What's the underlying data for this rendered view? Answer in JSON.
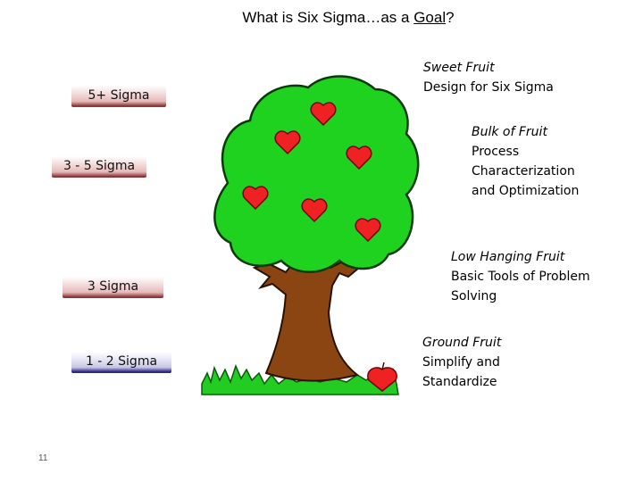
{
  "title": {
    "prefix": "What is Six Sigma…as a ",
    "emphasis": "Goal",
    "suffix": "?"
  },
  "sigma_levels": [
    {
      "label": "5+ Sigma"
    },
    {
      "label": "3 - 5 Sigma"
    },
    {
      "label": "3 Sigma"
    },
    {
      "label": "1 - 2 Sigma"
    }
  ],
  "fruit_levels": [
    {
      "heading": "Sweet Fruit",
      "lines": [
        "Design for Six Sigma"
      ]
    },
    {
      "heading": "Bulk of Fruit",
      "lines": [
        "Process",
        "Characterization",
        "and Optimization"
      ]
    },
    {
      "heading": "Low Hanging Fruit",
      "lines": [
        "Basic Tools of Problem",
        "Solving"
      ]
    },
    {
      "heading": "Ground Fruit",
      "lines": [
        "Simplify and",
        "Standardize"
      ]
    }
  ],
  "page_number": "11",
  "colors": {
    "foliage": "#1fd21f",
    "foliage_outline": "#0a3a0a",
    "trunk": "#8b4513",
    "fruit": "#ee2222",
    "grass": "#22cc22",
    "sigma_red": "#9a4a4a",
    "sigma_blue": "#3a3a8a"
  }
}
